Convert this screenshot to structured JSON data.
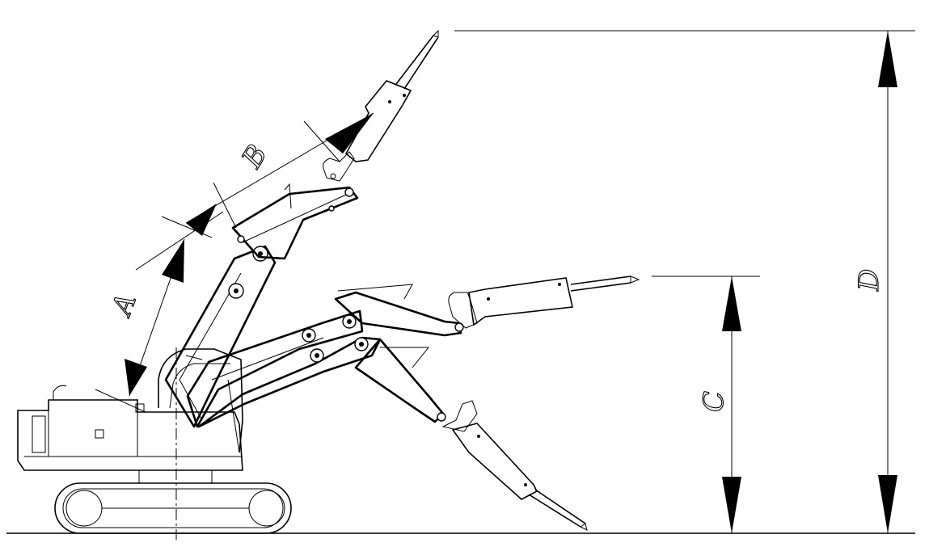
{
  "dimension_labels": {
    "a": "A",
    "b": "B",
    "c": "C",
    "d": "D"
  },
  "icons": {
    "arrowhead": "filled-triangle-arrowhead",
    "pivot": "pin-joint-circle"
  }
}
